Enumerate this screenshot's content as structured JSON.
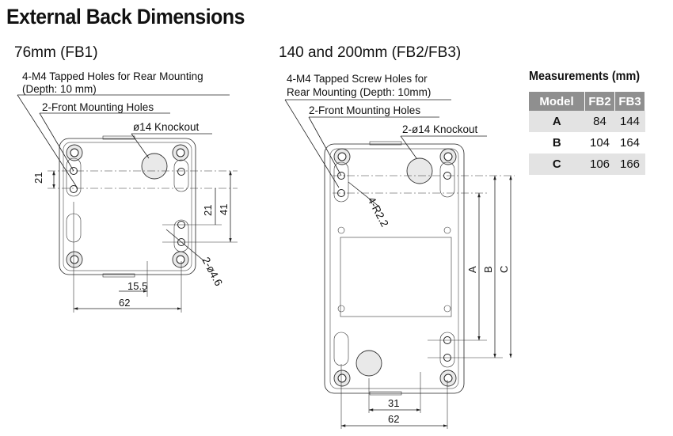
{
  "title": "External Back Dimensions",
  "fb1": {
    "subtitle": "76mm (FB1)",
    "labels": {
      "tapped": "4-M4 Tapped Holes for Rear Mounting",
      "depth": "(Depth: 10 mm)",
      "front": "2-Front Mounting Holes",
      "knockout": "ø14 Knockout",
      "holes": "2-ø4.6"
    },
    "dims": {
      "d21a": "21",
      "d21b": "21",
      "d41": "41",
      "d15": "15.5",
      "d62": "62"
    }
  },
  "fb23": {
    "subtitle": "140 and 200mm (FB2/FB3)",
    "labels": {
      "tapped": "4-M4 Tapped Screw Holes for",
      "tapped2": "Rear Mounting (Depth: 10mm)",
      "front": "2-Front Mounting Holes",
      "knockout": "2-ø14 Knockout",
      "radius": "4-R2.2"
    },
    "dims": {
      "a": "A",
      "b": "B",
      "c": "C",
      "d31": "31",
      "d62": "62"
    }
  },
  "measurements": {
    "title": "Measurements (mm)",
    "headers": [
      "Model",
      "FB2",
      "FB3"
    ],
    "rows": [
      {
        "model": "A",
        "fb2": "84",
        "fb3": "144"
      },
      {
        "model": "B",
        "fb2": "104",
        "fb3": "164"
      },
      {
        "model": "C",
        "fb2": "106",
        "fb3": "166"
      }
    ]
  }
}
